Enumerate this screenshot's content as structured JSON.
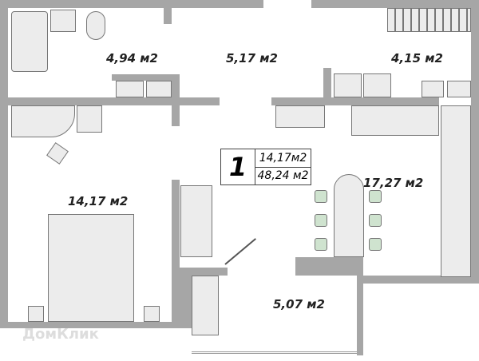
{
  "apartment": {
    "rooms_count": "1",
    "living_area": "14,17м2",
    "total_area": "48,24 м2"
  },
  "rooms": {
    "bathroom": "4,94 м2",
    "hallway": "5,17 м2",
    "wardrobe": "4,15 м2",
    "bedroom": "14,17 м2",
    "kitchen": "17,27 м2",
    "balcony": "5,07 м2"
  },
  "watermark": "ДомКлик",
  "colors": {
    "wall": "#a6a6a6",
    "furniture": "#ececec",
    "chair": "#cfe3cf"
  }
}
